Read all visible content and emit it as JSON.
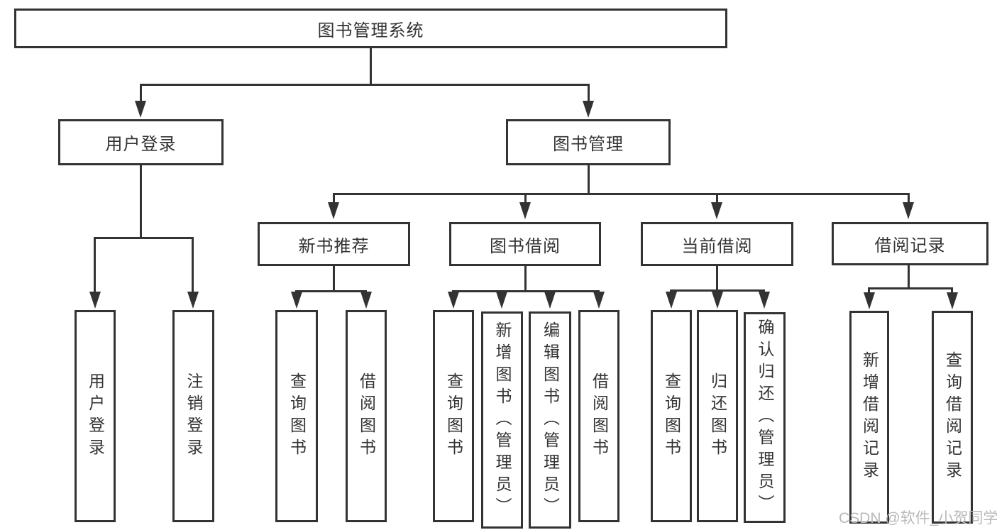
{
  "tree": {
    "root": "图书管理系统",
    "branches": [
      {
        "label": "用户登录",
        "leaves": [
          "用户登录",
          "注销登录"
        ]
      },
      {
        "label": "图书管理",
        "sections": [
          {
            "label": "新书推荐",
            "leaves": [
              "查询图书",
              "借阅图书"
            ]
          },
          {
            "label": "图书借阅",
            "leaves": [
              "查询图书",
              "新增图书（管理员）",
              "编辑图书（管理员）",
              "借阅图书"
            ]
          },
          {
            "label": "当前借阅",
            "leaves": [
              "查询图书",
              "归还图书",
              "确认归还（管理员）"
            ]
          },
          {
            "label": "借阅记录",
            "leaves": [
              "新增借阅记录",
              "查询借阅记录"
            ]
          }
        ]
      }
    ]
  },
  "watermark": {
    "text": "CSDN @软件_小贺同学"
  },
  "colors": {
    "line": "#333333",
    "text": "#333333",
    "watermark": "#b9b9b9",
    "background": "#ffffff"
  },
  "icons": {
    "arrow_down": "filled-triangle-css-shape"
  }
}
